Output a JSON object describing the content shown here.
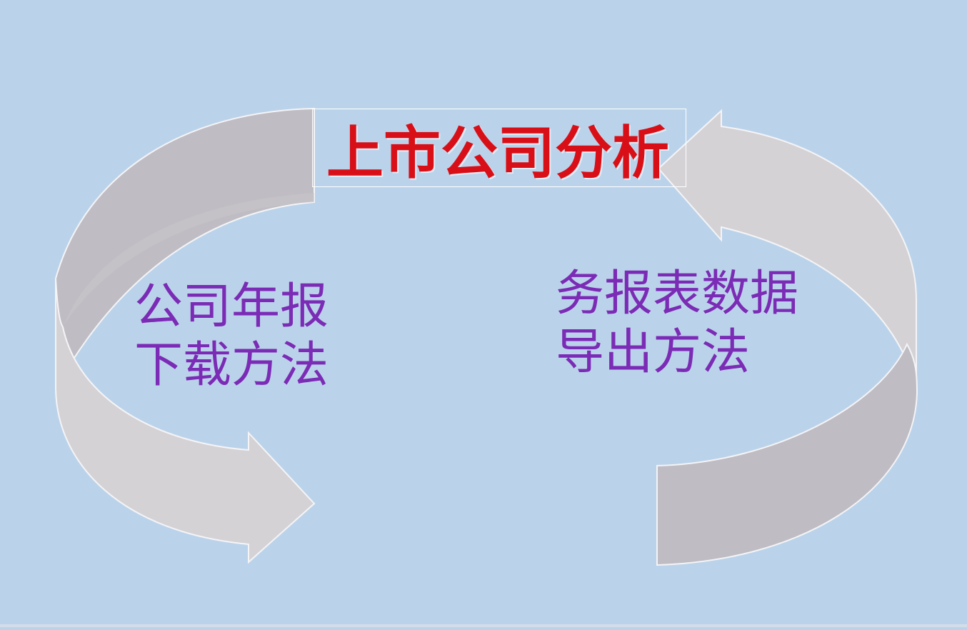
{
  "colors": {
    "background": "#BBD3EA",
    "title_text": "#D90F17",
    "label_text": "#7B2BB5",
    "arrow_light": "#D5D2D6",
    "arrow_dark": "#BFBCC3",
    "arrow_edge": "#F4F4F6"
  },
  "title": {
    "text": "上市公司分析"
  },
  "left_label": {
    "line1": "公司年报",
    "line2": "下载方法"
  },
  "right_label": {
    "line1": "务报表数据",
    "line2": "导出方法"
  },
  "icons": {
    "left_arrow": "curved-arrow-clockwise",
    "right_arrow": "curved-arrow-counterclockwise"
  }
}
